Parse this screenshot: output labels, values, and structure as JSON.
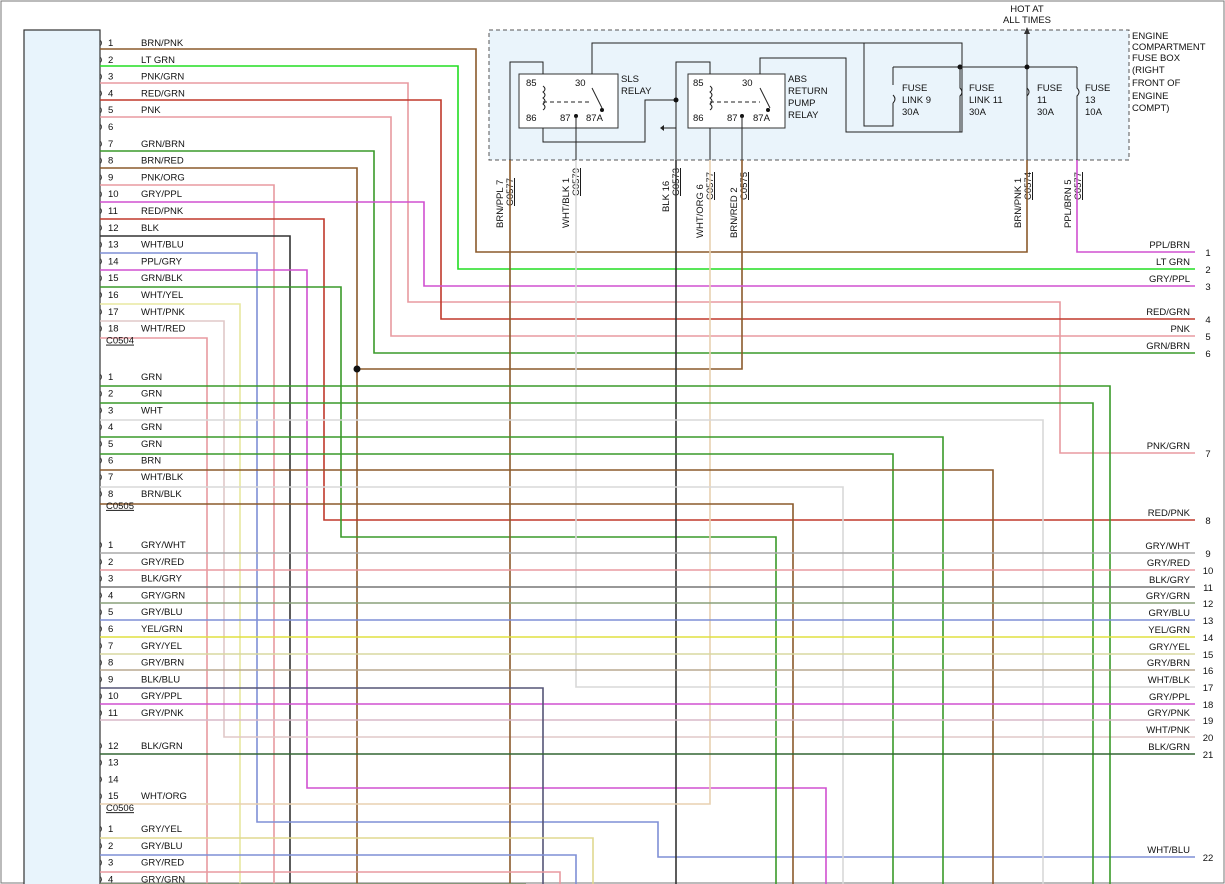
{
  "header": {
    "hot_label_1": "HOT AT",
    "hot_label_2": "ALL TIMES"
  },
  "fuse_box": {
    "label_lines": [
      "ENGINE",
      "COMPARTMENT",
      "FUSE BOX",
      "(RIGHT",
      "FRONT OF",
      "ENGINE",
      "COMPT)"
    ],
    "relays": [
      {
        "name_lines": [
          "SLS",
          "RELAY"
        ],
        "pins": [
          "85",
          "30",
          "86",
          "87",
          "87A"
        ]
      },
      {
        "name_lines": [
          "ABS",
          "RETURN",
          "PUMP",
          "RELAY"
        ],
        "pins": [
          "85",
          "30",
          "86",
          "87",
          "87A"
        ]
      }
    ],
    "fuses": [
      {
        "lines": [
          "FUSE",
          "LINK 9",
          "30A"
        ]
      },
      {
        "lines": [
          "FUSE",
          "LINK 11",
          "30A"
        ]
      },
      {
        "lines": [
          "FUSE",
          "11",
          "30A"
        ]
      },
      {
        "lines": [
          "FUSE",
          "13",
          "10A"
        ]
      }
    ]
  },
  "drops": [
    {
      "color": "BRN/PPL",
      "pin": "7",
      "connector": "C0577"
    },
    {
      "color": "WHT/BLK",
      "pin": "1",
      "connector": "C0579"
    },
    {
      "color": "BLK",
      "pin": "16",
      "connector": "C0573"
    },
    {
      "color": "WHT/ORG",
      "pin": "6",
      "connector": "C0577"
    },
    {
      "color": "BRN/RED",
      "pin": "2",
      "connector": "C0575"
    },
    {
      "color": "BRN/PNK",
      "pin": "1",
      "connector": "C0574"
    },
    {
      "color": "PPL/BRN",
      "pin": "5",
      "connector": "C0577"
    }
  ],
  "connectors": [
    {
      "id": "C0504",
      "pins": [
        {
          "n": "1",
          "label": "BRN/PNK"
        },
        {
          "n": "2",
          "label": "LT GRN"
        },
        {
          "n": "3",
          "label": "PNK/GRN"
        },
        {
          "n": "4",
          "label": "RED/GRN"
        },
        {
          "n": "5",
          "label": "PNK"
        },
        {
          "n": "6",
          "label": ""
        },
        {
          "n": "7",
          "label": "GRN/BRN"
        },
        {
          "n": "8",
          "label": "BRN/RED"
        },
        {
          "n": "9",
          "label": "PNK/ORG"
        },
        {
          "n": "10",
          "label": "GRY/PPL"
        },
        {
          "n": "11",
          "label": "RED/PNK"
        },
        {
          "n": "12",
          "label": "BLK"
        },
        {
          "n": "13",
          "label": "WHT/BLU"
        },
        {
          "n": "14",
          "label": "PPL/GRY"
        },
        {
          "n": "15",
          "label": "GRN/BLK"
        },
        {
          "n": "16",
          "label": "WHT/YEL"
        },
        {
          "n": "17",
          "label": "WHT/PNK"
        },
        {
          "n": "18",
          "label": "WHT/RED"
        }
      ]
    },
    {
      "id": "C0505",
      "pins": [
        {
          "n": "1",
          "label": "GRN"
        },
        {
          "n": "2",
          "label": "GRN"
        },
        {
          "n": "3",
          "label": "WHT"
        },
        {
          "n": "4",
          "label": "GRN"
        },
        {
          "n": "5",
          "label": "GRN"
        },
        {
          "n": "6",
          "label": "BRN"
        },
        {
          "n": "7",
          "label": "WHT/BLK"
        },
        {
          "n": "8",
          "label": "BRN/BLK"
        }
      ]
    },
    {
      "id": "C0506",
      "pins": [
        {
          "n": "1",
          "label": "GRY/WHT"
        },
        {
          "n": "2",
          "label": "GRY/RED"
        },
        {
          "n": "3",
          "label": "BLK/GRY"
        },
        {
          "n": "4",
          "label": "GRY/GRN"
        },
        {
          "n": "5",
          "label": "GRY/BLU"
        },
        {
          "n": "6",
          "label": "YEL/GRN"
        },
        {
          "n": "7",
          "label": "GRY/YEL"
        },
        {
          "n": "8",
          "label": "GRY/BRN"
        },
        {
          "n": "9",
          "label": "BLK/BLU"
        },
        {
          "n": "10",
          "label": "GRY/PPL"
        },
        {
          "n": "11",
          "label": "GRY/PNK"
        },
        {
          "n": "12",
          "label": "BLK/GRN"
        },
        {
          "n": "13",
          "label": ""
        },
        {
          "n": "14",
          "label": ""
        },
        {
          "n": "15",
          "label": "WHT/ORG"
        }
      ]
    },
    {
      "id": "",
      "pins": [
        {
          "n": "1",
          "label": "GRY/YEL"
        },
        {
          "n": "2",
          "label": "GRY/BLU"
        },
        {
          "n": "3",
          "label": "GRY/RED"
        },
        {
          "n": "4",
          "label": "GRY/GRN"
        }
      ]
    }
  ],
  "outputs": [
    {
      "n": "1",
      "label": "PPL/BRN"
    },
    {
      "n": "2",
      "label": "LT GRN"
    },
    {
      "n": "3",
      "label": "GRY/PPL"
    },
    {
      "n": "4",
      "label": "RED/GRN"
    },
    {
      "n": "5",
      "label": "PNK"
    },
    {
      "n": "6",
      "label": "GRN/BRN"
    },
    {
      "n": "7",
      "label": "PNK/GRN"
    },
    {
      "n": "8",
      "label": "RED/PNK"
    },
    {
      "n": "9",
      "label": "GRY/WHT"
    },
    {
      "n": "10",
      "label": "GRY/RED"
    },
    {
      "n": "11",
      "label": "BLK/GRY"
    },
    {
      "n": "12",
      "label": "GRY/GRN"
    },
    {
      "n": "13",
      "label": "GRY/BLU"
    },
    {
      "n": "14",
      "label": "YEL/GRN"
    },
    {
      "n": "15",
      "label": "GRY/YEL"
    },
    {
      "n": "16",
      "label": "GRY/BRN"
    },
    {
      "n": "17",
      "label": "WHT/BLK"
    },
    {
      "n": "18",
      "label": "GRY/PPL"
    },
    {
      "n": "19",
      "label": "GRY/PNK"
    },
    {
      "n": "20",
      "label": "WHT/PNK"
    },
    {
      "n": "21",
      "label": "BLK/GRN"
    },
    {
      "n": "22",
      "label": "WHT/BLU"
    }
  ],
  "colors": {
    "BRN": "#8b5a2b",
    "LTGRN": "#22dd22",
    "PNK": "#e89aa0",
    "RED": "#c0392b",
    "GRN": "#3a9a2a",
    "BLK": "#333333",
    "BLU": "#7f8fd6",
    "PPL": "#d050d0",
    "WHT": "#d8d8d8",
    "GRY": "#aaaaaa",
    "YEL": "#e0e040",
    "ORG": "#f0a060",
    "box_fill": "#eaf4fb",
    "box_stroke": "#555555",
    "module_fill": "#e8f4fc"
  }
}
